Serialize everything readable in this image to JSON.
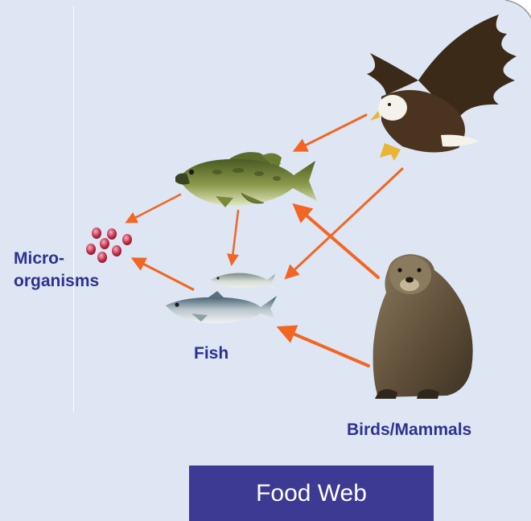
{
  "diagram": {
    "labels": {
      "micro_line1": "Micro-",
      "micro_line2": "organisms",
      "fish": "Fish",
      "birds_mammals": "Birds/Mammals"
    },
    "title": "Food Web",
    "organisms": [
      {
        "id": "eagle",
        "icon": "eagle-icon"
      },
      {
        "id": "bass",
        "icon": "bass-fish-icon"
      },
      {
        "id": "small-fish",
        "icon": "small-fish-icon"
      },
      {
        "id": "herring",
        "icon": "herring-fish-icon"
      },
      {
        "id": "otter",
        "icon": "otter-icon"
      },
      {
        "id": "microorganisms",
        "icon": "microorganisms-icon"
      }
    ],
    "edges": [
      {
        "from": "eagle",
        "to": "bass"
      },
      {
        "from": "eagle",
        "to": "small-fish"
      },
      {
        "from": "otter",
        "to": "bass"
      },
      {
        "from": "otter",
        "to": "herring"
      },
      {
        "from": "bass",
        "to": "microorganisms"
      },
      {
        "from": "bass",
        "to": "small-fish"
      },
      {
        "from": "herring",
        "to": "microorganisms"
      }
    ],
    "colors": {
      "background": "#dde6f2",
      "arrow": "#f26522",
      "label": "#2f3192",
      "title_box": "#3d3a93",
      "title_text": "#ffffff"
    }
  }
}
